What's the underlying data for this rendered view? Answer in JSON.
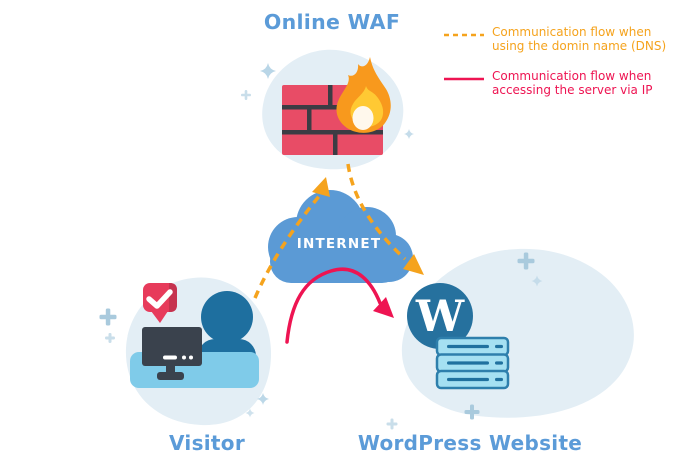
{
  "diagram": {
    "title": "Online WAF",
    "internet_label": "INTERNET",
    "visitor_label": "Visitor",
    "wordpress_label": "WordPress Website",
    "wordpress_glyph": "W"
  },
  "legend": {
    "dns_flow": {
      "line1": "Communication flow when",
      "line2": "using the domin name (DNS)",
      "color": "#F5A31D",
      "style": "dashed"
    },
    "ip_flow": {
      "line1": "Communication flow when",
      "line2": "accessing the server via IP",
      "color": "#EE1452",
      "style": "solid"
    }
  },
  "colors": {
    "accent_blue": "#5B9BD8",
    "cloud_blue": "#5B9AD5",
    "flow_orange": "#F5A31D",
    "flow_red": "#EE1452",
    "brick_red": "#E84C66",
    "flame_orange": "#F8991D",
    "flame_yellow": "#FFC933",
    "person_blue": "#1E6F9F",
    "monitor_dark": "#3A424D",
    "desk_blue": "#7FCBE9",
    "bubble_red": "#E73B5B",
    "wordpress_blue": "#26719E",
    "server_fill": "#A5E0F2",
    "server_outline": "#2E7FAC",
    "blob_light": "#E3EEF5"
  }
}
